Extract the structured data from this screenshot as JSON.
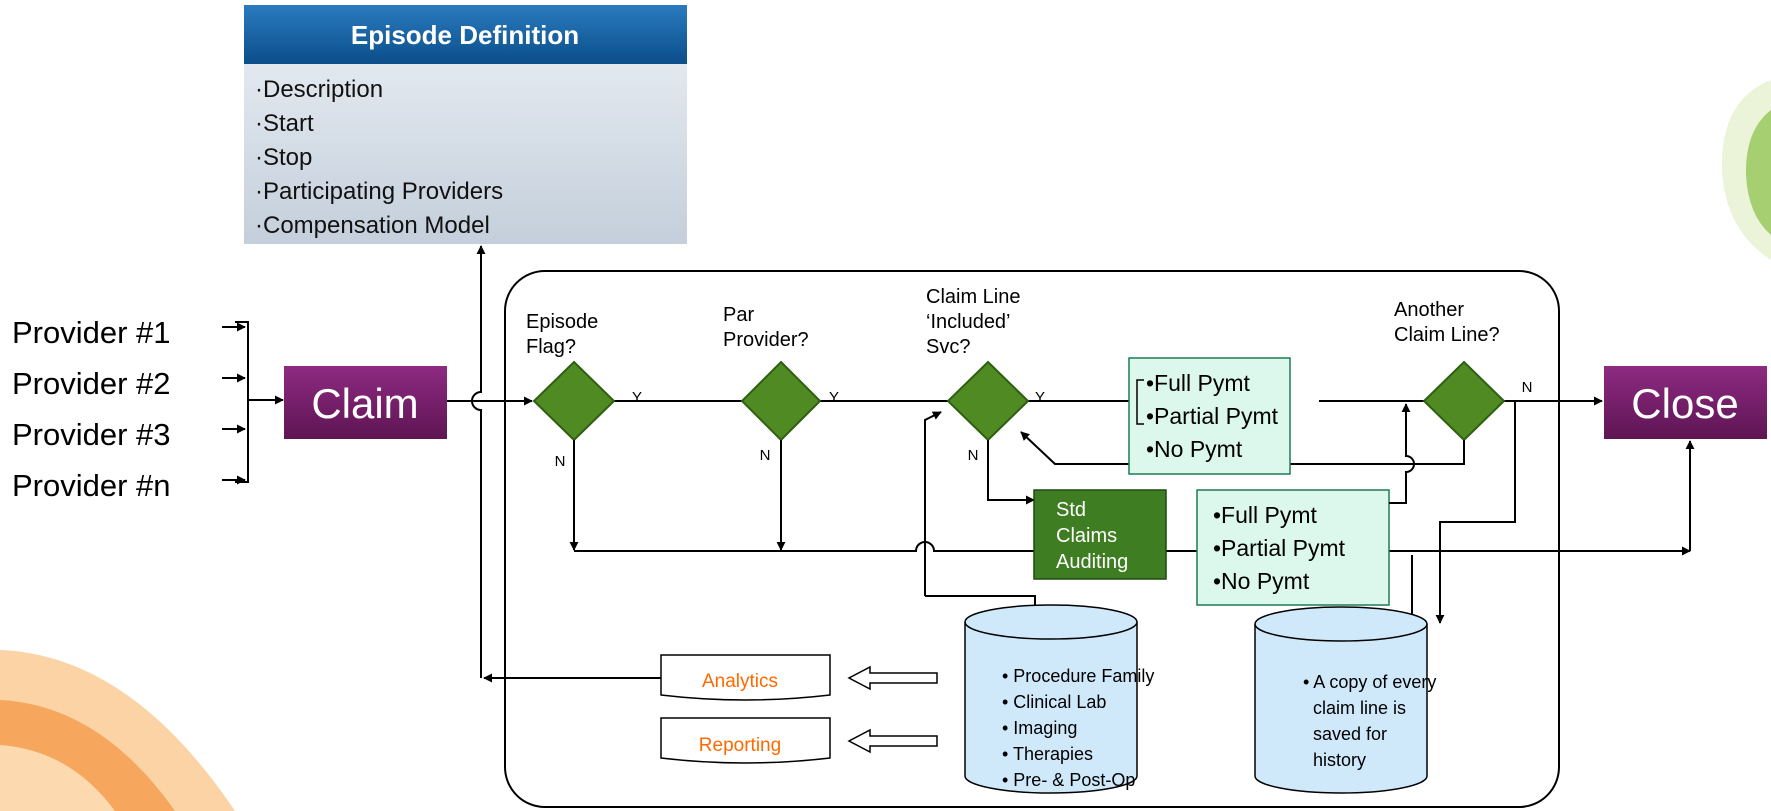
{
  "episode_definition": {
    "title": "Episode Definition",
    "items": [
      "Description",
      "Start",
      "Stop",
      "Participating Providers",
      "Compensation Model"
    ]
  },
  "providers": [
    "Provider #1",
    "Provider #2",
    "Provider #3",
    "Provider #n"
  ],
  "claim_label": "Claim",
  "close_label": "Close",
  "decisions": {
    "episode_flag": [
      "Episode",
      "Flag?"
    ],
    "par_provider": [
      "Par",
      "Provider?"
    ],
    "included_svc": [
      "Claim Line",
      "‘Included’",
      "Svc?"
    ],
    "another_line": [
      "Another",
      "Claim Line?"
    ]
  },
  "branch_labels": {
    "yes": "Y",
    "no": "N"
  },
  "payment_box_upper": [
    "•Full Pymt",
    "•Partial Pymt",
    "•No Pymt"
  ],
  "std_claims": [
    "Std",
    "Claims",
    "Auditing"
  ],
  "payment_box_lower": [
    "•Full Pymt",
    "•Partial Pymt",
    "•No Pymt"
  ],
  "reference_db": [
    "Procedure Family",
    "Clinical Lab",
    "Imaging",
    "Therapies",
    "Pre- & Post-Op"
  ],
  "history_db": [
    "A copy of every",
    "claim line is",
    "saved for",
    "history"
  ],
  "outputs": {
    "analytics": "Analytics",
    "reporting": "Reporting"
  },
  "colors": {
    "header_blue": "#0d5b9c",
    "panel_gray": "#cdd6e0",
    "claim_purple": "#7a1f6e",
    "diamond_green": "#4f8a22",
    "std_green": "#3f7d22",
    "payment_mint": "#dcf8ec",
    "db_blue": "#cfe9fb",
    "output_orange": "#ff6a00"
  }
}
